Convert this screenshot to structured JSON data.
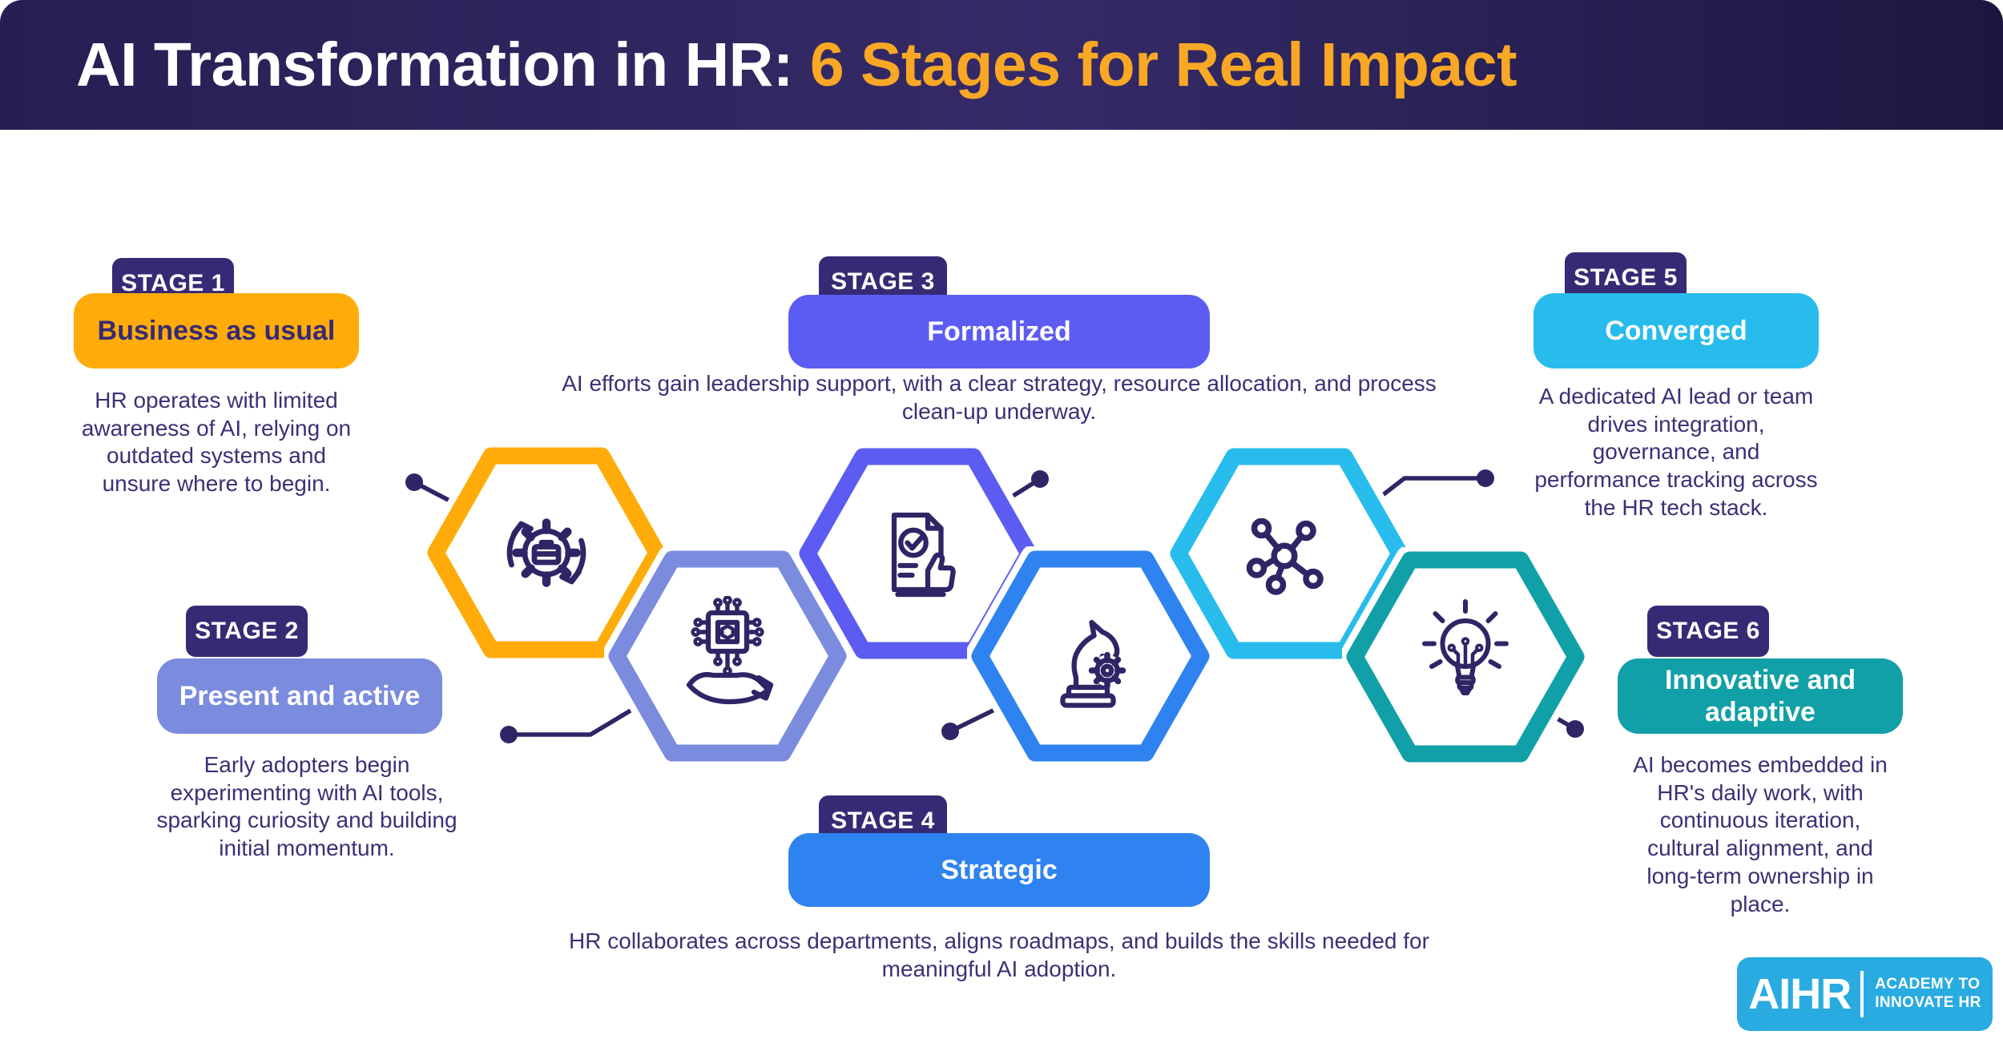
{
  "title": {
    "prefix": "AI Transformation in HR: ",
    "highlight": "6 Stages for Real Impact"
  },
  "stages": [
    {
      "badge": "STAGE 1",
      "name": "Business as usual",
      "description": "HR operates with limited awareness of AI, relying on outdated systems and unsure where to begin.",
      "color": "#ffac0a",
      "name_color": "#372a75"
    },
    {
      "badge": "STAGE 2",
      "name": "Present and active",
      "description": "Early adopters begin experimenting with AI tools, sparking curiosity and building initial momentum.",
      "color": "#7b8bde",
      "name_color": "#ffffff"
    },
    {
      "badge": "STAGE 3",
      "name": "Formalized",
      "description": "AI efforts gain leadership support, with a clear strategy, resource allocation, and process clean-up underway.",
      "color": "#5c5cf2",
      "name_color": "#ffffff"
    },
    {
      "badge": "STAGE 4",
      "name": "Strategic",
      "description": "HR collaborates across departments, aligns roadmaps, and builds the skills needed for meaningful AI adoption.",
      "color": "#2f83f0",
      "name_color": "#ffffff"
    },
    {
      "badge": "STAGE 5",
      "name": "Converged",
      "description": "A dedicated AI lead or team drives integration, governance, and performance tracking across the HR tech stack.",
      "color": "#27bcec",
      "name_color": "#ffffff"
    },
    {
      "badge": "STAGE 6",
      "name": "Innovative and adaptive",
      "description": "AI becomes embedded in HR's daily work, with continuous iteration, cultural alignment, and long-term ownership in place.",
      "color": "#11a0a7",
      "name_color": "#ffffff"
    }
  ],
  "hexagons": [
    {
      "icon": "process-cycle-icon",
      "color": "#ffac0a"
    },
    {
      "icon": "ai-chip-hand-icon",
      "color": "#7b8bde"
    },
    {
      "icon": "approved-document-icon",
      "color": "#5c5cf2"
    },
    {
      "icon": "strategy-knight-gear-icon",
      "color": "#2f83f0"
    },
    {
      "icon": "network-nodes-icon",
      "color": "#27bcec"
    },
    {
      "icon": "circuit-lightbulb-icon",
      "color": "#11a0a7"
    }
  ],
  "logo": {
    "brand": "AIHR",
    "tagline_1": "ACADEMY TO",
    "tagline_2": "INNOVATE HR",
    "bg": "#29abe2"
  },
  "colors": {
    "badge_bg": "#372a75",
    "body_text": "#3b3076",
    "connector": "#2f2566",
    "icon_stroke": "#2f2566",
    "title_highlight": "#f9a825"
  }
}
